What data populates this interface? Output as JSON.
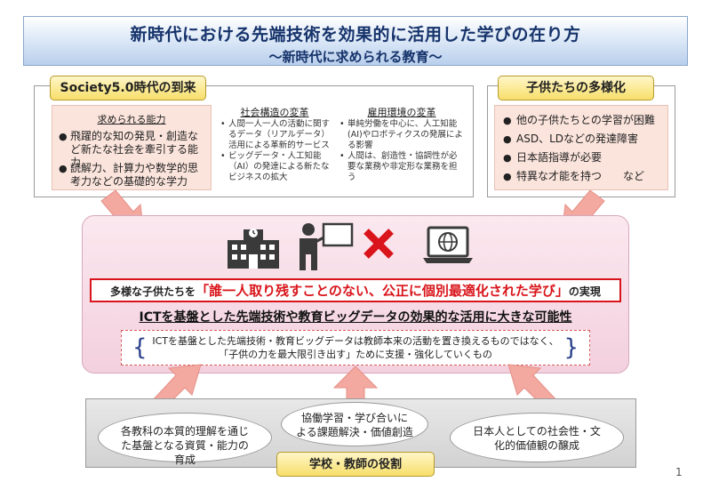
{
  "header": {
    "title": "新時代における先端技術を効果的に活用した学びの在り方",
    "subtitle": "～新時代に求められる教育～"
  },
  "society": {
    "label": "Society5.0時代の到来",
    "skills_title": "求められる能力",
    "skills": [
      "飛躍的な知の発見・創造など新たな社会を牽引する能力",
      "読解力、計算力や数学的思考力などの基礎的な学力"
    ],
    "social_title": "社会構造の変革",
    "social_items": [
      "人間一人一人の活動に関するデータ（リアルデータ）活用による革新的サービス",
      "ビッグデータ・人工知能（AI）の発達による新たなビジネスの拡大"
    ],
    "employment_title": "雇用環境の変革",
    "employment_items": [
      "単純労働を中心に、人工知能(AI)やロボティクスの発展による影響",
      "人間は、創造性・協調性が必要な業務や非定形な業務を担う"
    ]
  },
  "children": {
    "label": "子供たちの多様化",
    "items": [
      "他の子供たちとの学習が困難",
      "ASD、LDなどの発達障害",
      "日本語指導が必要",
      "特異な才能を持つ　　など"
    ]
  },
  "center": {
    "vision_lead": "多様な子供たちを",
    "vision_emph": "「誰一人取り残すことのない、公正に個別最適化された学び」",
    "vision_tail": "の実現",
    "ict_headline": "ICTを基盤とした先端技術や教育ビッグデータの効果的な活用に大きな可能性",
    "ict_note_line1": "ICTを基盤とした先端技術・教育ビッグデータは教師本来の活動を置き換えるものではなく、",
    "ict_note_line2": "「子供の力を最大限引き出す」ために支援・強化していくもの"
  },
  "roles": {
    "label": "学校・教師の役割",
    "left": "各教科の本質的理解を通じた基盤となる資質・能力の育成",
    "middle": "協働学習・学び合いによる課題解決・価値創造",
    "right": "日本人としての社会性・文化的価値観の醸成"
  },
  "page_number": "1",
  "colors": {
    "title_blue": "#16336b",
    "accent_red": "#d9141a",
    "pill_yellow": "#f7df6a",
    "arrow_pink": "#f3a9a0"
  }
}
